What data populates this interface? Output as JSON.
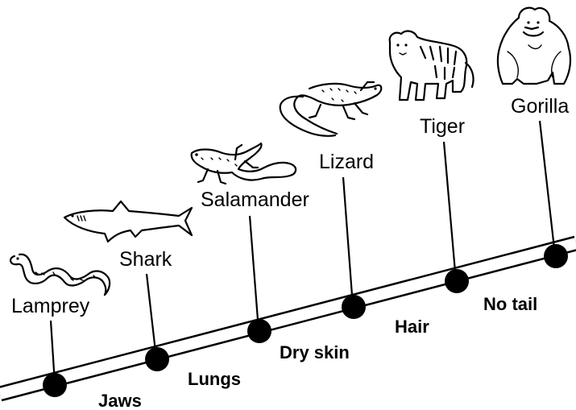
{
  "organisms": [
    {
      "label": "Lamprey",
      "icon": "lamprey-icon"
    },
    {
      "label": "Shark",
      "icon": "shark-icon"
    },
    {
      "label": "Salamander",
      "icon": "salamander-icon"
    },
    {
      "label": "Lizard",
      "icon": "lizard-icon"
    },
    {
      "label": "Tiger",
      "icon": "tiger-icon"
    },
    {
      "label": "Gorilla",
      "icon": "gorilla-icon"
    }
  ],
  "traits": [
    "Jaws",
    "Lungs",
    "Dry skin",
    "Hair",
    "No tail"
  ]
}
